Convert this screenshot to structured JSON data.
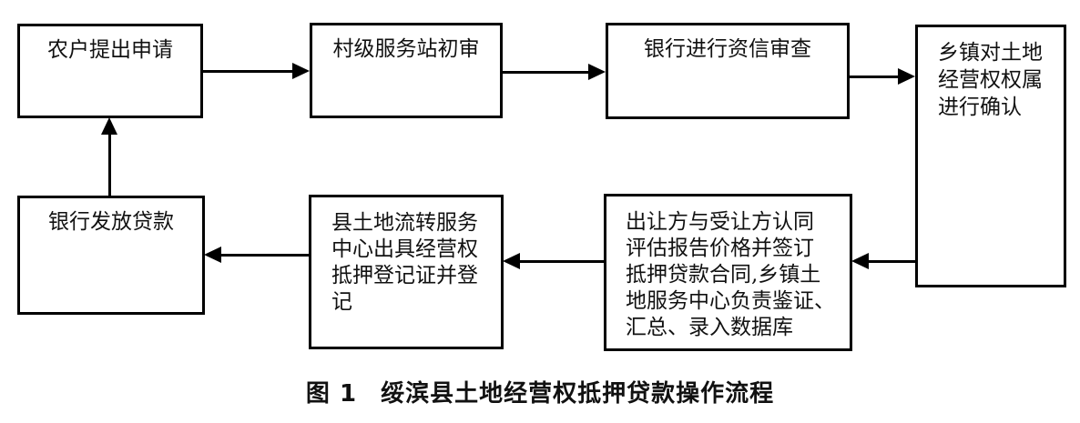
{
  "figure_caption": {
    "label": "图 1",
    "title": "绥滨县土地经营权抵押贷款操作流程"
  },
  "flowchart": {
    "nodes": [
      {
        "id": "farmer-apply",
        "label": "农户提出申请"
      },
      {
        "id": "village-station-review",
        "label": "村级服务站初审"
      },
      {
        "id": "bank-credit-review",
        "label": "银行进行资信审查"
      },
      {
        "id": "township-confirm-ownership",
        "label": "乡镇对土地\n经营权权属\n进行确认"
      },
      {
        "id": "sign-mortgage-contract",
        "label": "出让方与受让方认同\n评估报告价格并签订\n抵押贷款合同,乡镇土\n地服务中心负责鉴证、\n汇总、录入数据库"
      },
      {
        "id": "county-issue-registration",
        "label": "县土地流转服务\n中心出具经营权\n抵押登记证并登\n记"
      },
      {
        "id": "bank-issue-loan",
        "label": "银行发放贷款"
      }
    ],
    "edges": [
      {
        "from": "farmer-apply",
        "to": "village-station-review",
        "direction": "right"
      },
      {
        "from": "village-station-review",
        "to": "bank-credit-review",
        "direction": "right"
      },
      {
        "from": "bank-credit-review",
        "to": "township-confirm-ownership",
        "direction": "right"
      },
      {
        "from": "township-confirm-ownership",
        "to": "sign-mortgage-contract",
        "direction": "left"
      },
      {
        "from": "sign-mortgage-contract",
        "to": "county-issue-registration",
        "direction": "left"
      },
      {
        "from": "county-issue-registration",
        "to": "bank-issue-loan",
        "direction": "left"
      },
      {
        "from": "bank-issue-loan",
        "to": "farmer-apply",
        "direction": "up"
      }
    ]
  },
  "colors": {
    "line": "#000000",
    "background": "#ffffff",
    "text": "#111111"
  }
}
